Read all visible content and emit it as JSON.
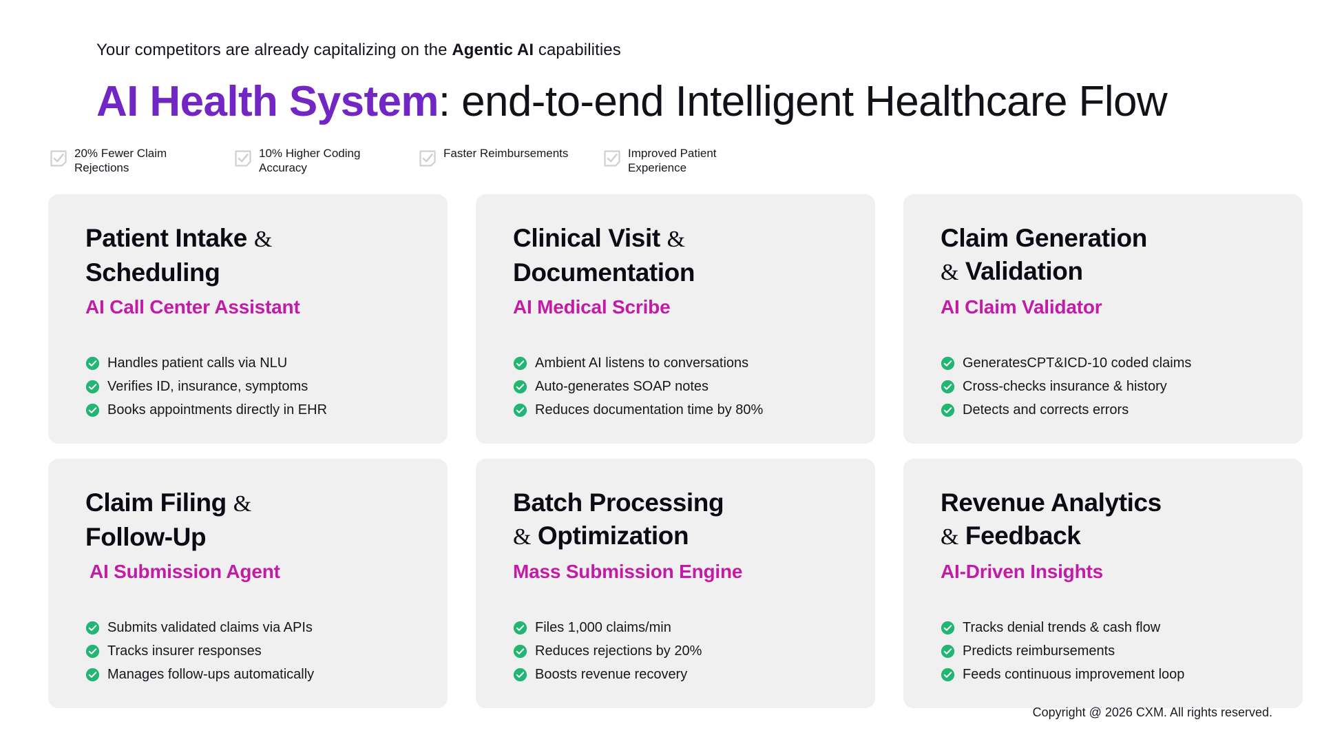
{
  "colors": {
    "brand_purple": "#7226C4",
    "accent_magenta": "#C21BA8",
    "check_green": "#22B573",
    "card_bg": "#F0F0F0",
    "page_bg": "#FFFFFF"
  },
  "header": {
    "eyebrow_before": "Your competitors are already capitalizing on the ",
    "eyebrow_strong": "Agentic AI",
    "eyebrow_after": " capabilities",
    "title_brand": "AI Health System",
    "title_rest": ": end-to-end Intelligent Healthcare Flow"
  },
  "stats": [
    {
      "icon": "checkbox-icon",
      "label": "20% Fewer Claim Rejections"
    },
    {
      "icon": "checkbox-icon",
      "label": "10% Higher Coding Accuracy"
    },
    {
      "icon": "checkbox-icon",
      "label": "Faster Reimbursements"
    },
    {
      "icon": "checkbox-icon",
      "label": "Improved Patient Experience"
    }
  ],
  "cards": [
    {
      "heading_line1": "Patient Intake ",
      "heading_amp": "&",
      "heading_line2": "Scheduling",
      "amp_position": "end-line1",
      "subtitle": "AI Call Center Assistant",
      "bullets": [
        "Handles patient calls via NLU",
        "Verifies ID, insurance, symptoms",
        "Books appointments directly in EHR"
      ]
    },
    {
      "heading_line1": "Clinical Visit ",
      "heading_amp": "&",
      "heading_line2": "Documentation",
      "amp_position": "end-line1",
      "subtitle": "AI Medical Scribe",
      "bullets": [
        "Ambient AI listens to conversations",
        "Auto-generates SOAP notes",
        "Reduces documentation time by 80%"
      ]
    },
    {
      "heading_line1": "Claim Generation",
      "heading_amp": "&",
      "heading_line2": " Validation",
      "amp_position": "start-line2",
      "subtitle": "AI Claim Validator",
      "bullets": [
        "GeneratesCPT&ICD-10 coded claims",
        "Cross-checks insurance & history",
        "Detects and corrects errors"
      ]
    },
    {
      "heading_line1": "Claim Filing ",
      "heading_amp": "&",
      "heading_line2": "Follow-Up",
      "amp_position": "end-line1",
      "subtitle": "AI Submission Agent",
      "bullets": [
        "Submits validated claims via APIs",
        "Tracks insurer responses",
        "Manages follow-ups automatically"
      ]
    },
    {
      "heading_line1": "Batch Processing",
      "heading_amp": "&",
      "heading_line2": " Optimization",
      "amp_position": "start-line2",
      "subtitle": "Mass Submission Engine",
      "bullets": [
        "Files 1,000 claims/min",
        "Reduces rejections by 20%",
        "Boosts revenue recovery"
      ]
    },
    {
      "heading_line1": "Revenue Analytics",
      "heading_amp": "&",
      "heading_line2": " Feedback",
      "amp_position": "start-line2",
      "subtitle": "AI-Driven Insights",
      "bullets": [
        "Tracks denial trends & cash flow",
        "Predicts reimbursements",
        "Feeds continuous improvement loop"
      ]
    }
  ],
  "footer": {
    "copyright": "Copyright @ 2026 CXM. All rights reserved."
  }
}
